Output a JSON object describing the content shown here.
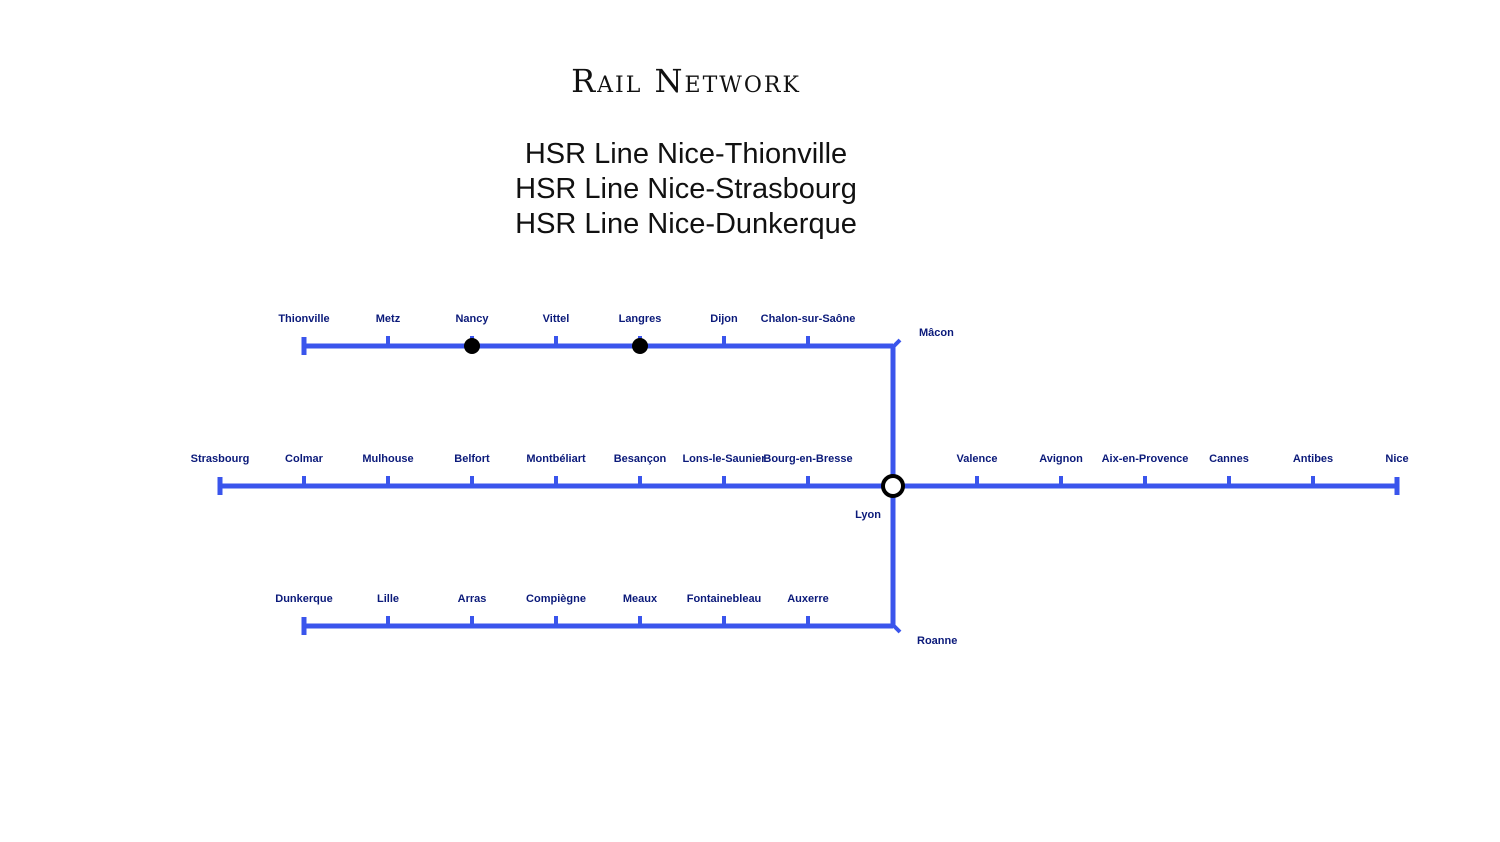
{
  "title": "Rail Network",
  "lines": [
    "HSR Line Nice-Thionville",
    "HSR Line Nice-Strasbourg",
    "HSR Line Nice-Dunkerque"
  ],
  "colors": {
    "track": "#3a55ec",
    "label": "#0b1a7a",
    "major_stop": "#000000",
    "hub_fill": "#ffffff"
  },
  "map": {
    "hub": "Lyon",
    "branch_top": {
      "junction": "Mâcon",
      "stations": [
        "Thionville",
        "Metz",
        "Nancy",
        "Vittel",
        "Langres",
        "Dijon",
        "Chalon-sur-Saône"
      ],
      "major_stops": [
        "Nancy",
        "Langres"
      ]
    },
    "main_west": {
      "stations": [
        "Strasbourg",
        "Colmar",
        "Mulhouse",
        "Belfort",
        "Montbéliart",
        "Besançon",
        "Lons-le-Saunier",
        "Bourg-en-Bresse"
      ]
    },
    "main_east": {
      "stations": [
        "Valence",
        "Avignon",
        "Aix-en-Provence",
        "Cannes",
        "Antibes",
        "Nice"
      ]
    },
    "branch_bottom": {
      "junction": "Roanne",
      "stations": [
        "Dunkerque",
        "Lille",
        "Arras",
        "Compiègne",
        "Meaux",
        "Fontainebleau",
        "Auxerre"
      ]
    }
  }
}
